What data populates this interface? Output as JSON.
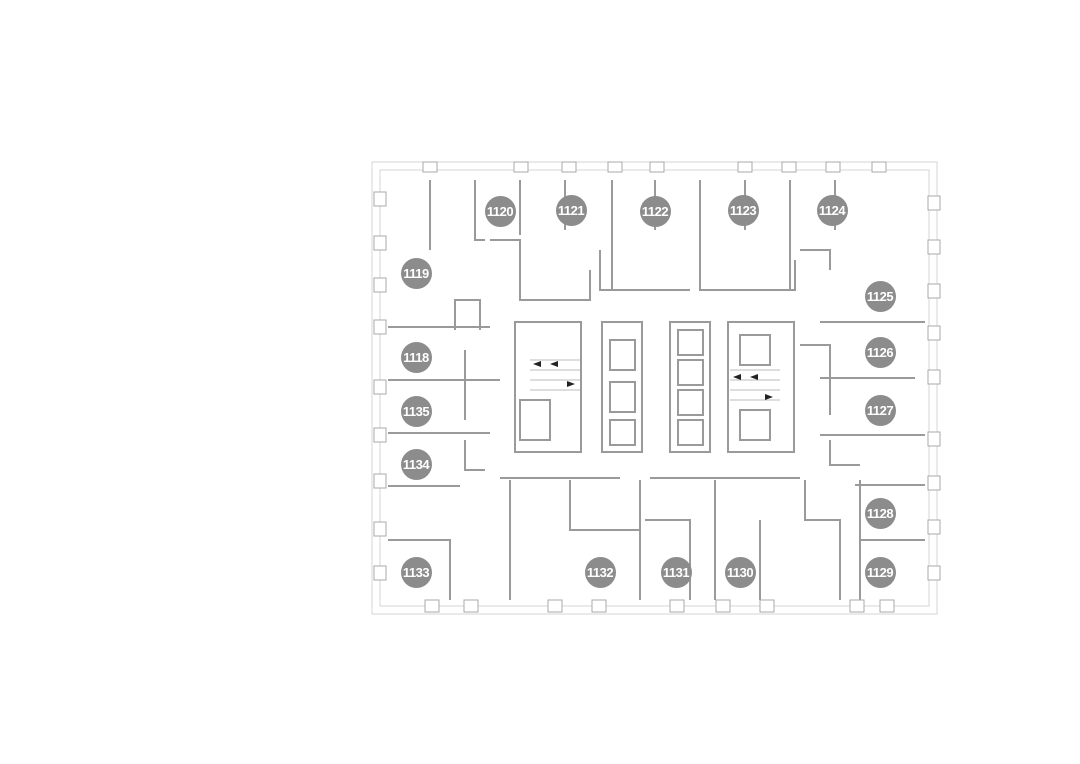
{
  "floor_plan": {
    "units": [
      {
        "number": "1120"
      },
      {
        "number": "1121"
      },
      {
        "number": "1122"
      },
      {
        "number": "1123"
      },
      {
        "number": "1124"
      },
      {
        "number": "1119"
      },
      {
        "number": "1125"
      },
      {
        "number": "1118"
      },
      {
        "number": "1126"
      },
      {
        "number": "1135"
      },
      {
        "number": "1127"
      },
      {
        "number": "1134"
      },
      {
        "number": "1128"
      },
      {
        "number": "1133"
      },
      {
        "number": "1132"
      },
      {
        "number": "1131"
      },
      {
        "number": "1130"
      },
      {
        "number": "1129"
      }
    ],
    "colors": {
      "badge": "#8c8c8c",
      "wall": "#9a9a9a",
      "thin": "#d4d4d4"
    }
  }
}
